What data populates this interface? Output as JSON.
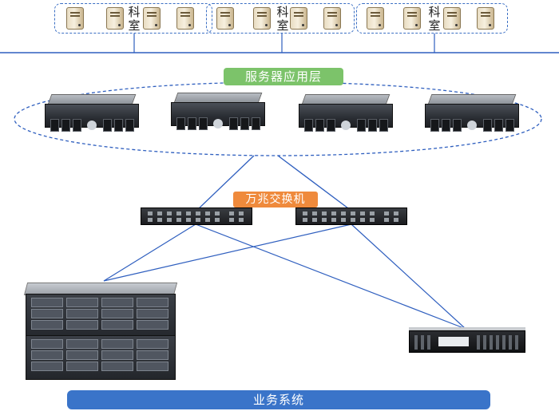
{
  "departments": [
    {
      "label_line1": "科",
      "label_line2": "室"
    },
    {
      "label_line1": "科",
      "label_line2": "室"
    },
    {
      "label_line1": "科",
      "label_line2": "室"
    }
  ],
  "server_layer": {
    "label": "服务器应用层",
    "servers": 4
  },
  "switch_layer": {
    "label": "万兆交换机",
    "switches": 2
  },
  "business": {
    "label": "业务系统"
  },
  "colors": {
    "line": "#2f5fbf",
    "server_pill": "#7cc36a",
    "switch_pill": "#ef8a3c",
    "business_bar": "#3a74c9"
  },
  "icons": [
    "workstation-icon",
    "rack-server-icon",
    "network-switch-icon",
    "disk-array-icon",
    "storage-appliance-icon"
  ]
}
